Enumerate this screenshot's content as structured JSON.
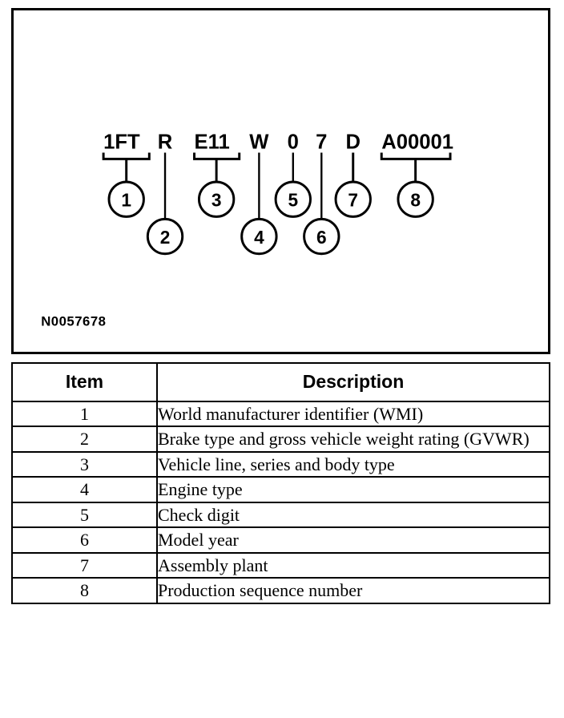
{
  "figure": {
    "id_label": "N0057678",
    "vin_segments": [
      {
        "text": "1FT",
        "callout": "1",
        "bracket": true,
        "row": "upper"
      },
      {
        "text": "R",
        "callout": "2",
        "bracket": false,
        "row": "lower"
      },
      {
        "text": "E11",
        "callout": "3",
        "bracket": true,
        "row": "upper"
      },
      {
        "text": "W",
        "callout": "4",
        "bracket": false,
        "row": "lower"
      },
      {
        "text": "0",
        "callout": "5",
        "bracket": false,
        "row": "upper"
      },
      {
        "text": "7",
        "callout": "6",
        "bracket": false,
        "row": "lower"
      },
      {
        "text": "D",
        "callout": "7",
        "bracket": false,
        "row": "upper"
      },
      {
        "text": "A00001",
        "callout": "8",
        "bracket": true,
        "row": "upper"
      }
    ]
  },
  "table": {
    "headers": [
      "Item",
      "Description"
    ],
    "rows": [
      {
        "item": "1",
        "description": "World manufacturer identifier (WMI)"
      },
      {
        "item": "2",
        "description": "Brake type and gross vehicle weight rating (GVWR)"
      },
      {
        "item": "3",
        "description": "Vehicle line, series and body type"
      },
      {
        "item": "4",
        "description": "Engine type"
      },
      {
        "item": "5",
        "description": "Check digit"
      },
      {
        "item": "6",
        "description": "Model year"
      },
      {
        "item": "7",
        "description": "Assembly plant"
      },
      {
        "item": "8",
        "description": "Production sequence number"
      }
    ]
  },
  "colors": {
    "ink": "#000000",
    "paper": "#ffffff"
  }
}
